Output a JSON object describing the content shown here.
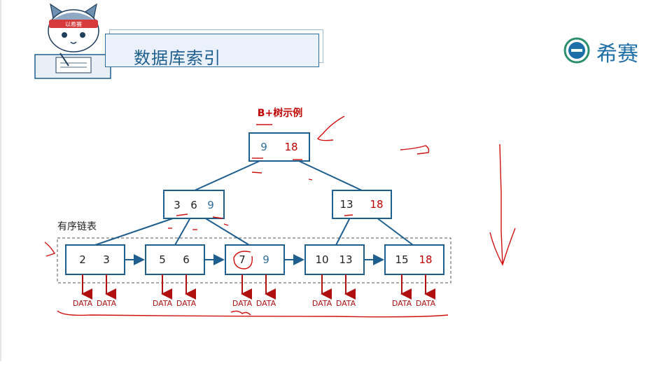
{
  "slide": {
    "title": "数据库索引",
    "mascot_badge": "以希赛",
    "logo_text": "希赛"
  },
  "diagram": {
    "caption": "B+树示例",
    "linked_list_label": "有序链表",
    "root": {
      "keys": [
        "9",
        "18"
      ],
      "key_colors": [
        "#2e6e9e",
        "#c00000"
      ]
    },
    "internal": [
      {
        "keys": [
          "3",
          "6",
          "9"
        ],
        "key_colors": [
          "#222222",
          "#222222",
          "#2e6e9e"
        ]
      },
      {
        "keys": [
          "13",
          "18"
        ],
        "key_colors": [
          "#222222",
          "#c00000"
        ]
      }
    ],
    "leaves": [
      {
        "keys": [
          "2",
          "3"
        ],
        "key_colors": [
          "#222222",
          "#222222"
        ],
        "data": [
          "DATA",
          "DATA"
        ]
      },
      {
        "keys": [
          "5",
          "6"
        ],
        "key_colors": [
          "#222222",
          "#222222"
        ],
        "data": [
          "DATA",
          "DATA"
        ]
      },
      {
        "keys": [
          "7",
          "9"
        ],
        "key_colors": [
          "#222222",
          "#2e6e9e"
        ],
        "data": [
          "DATA",
          "DATA"
        ]
      },
      {
        "keys": [
          "10",
          "13"
        ],
        "key_colors": [
          "#222222",
          "#222222"
        ],
        "data": [
          "DATA",
          "DATA"
        ]
      },
      {
        "keys": [
          "15",
          "18"
        ],
        "key_colors": [
          "#222222",
          "#c00000"
        ],
        "data": [
          "DATA",
          "DATA"
        ]
      }
    ],
    "colors": {
      "node_border": "#1f5f8f",
      "edge": "#1f5f8f",
      "data_arrow": "#b01010",
      "annotation": "#d01010"
    }
  }
}
